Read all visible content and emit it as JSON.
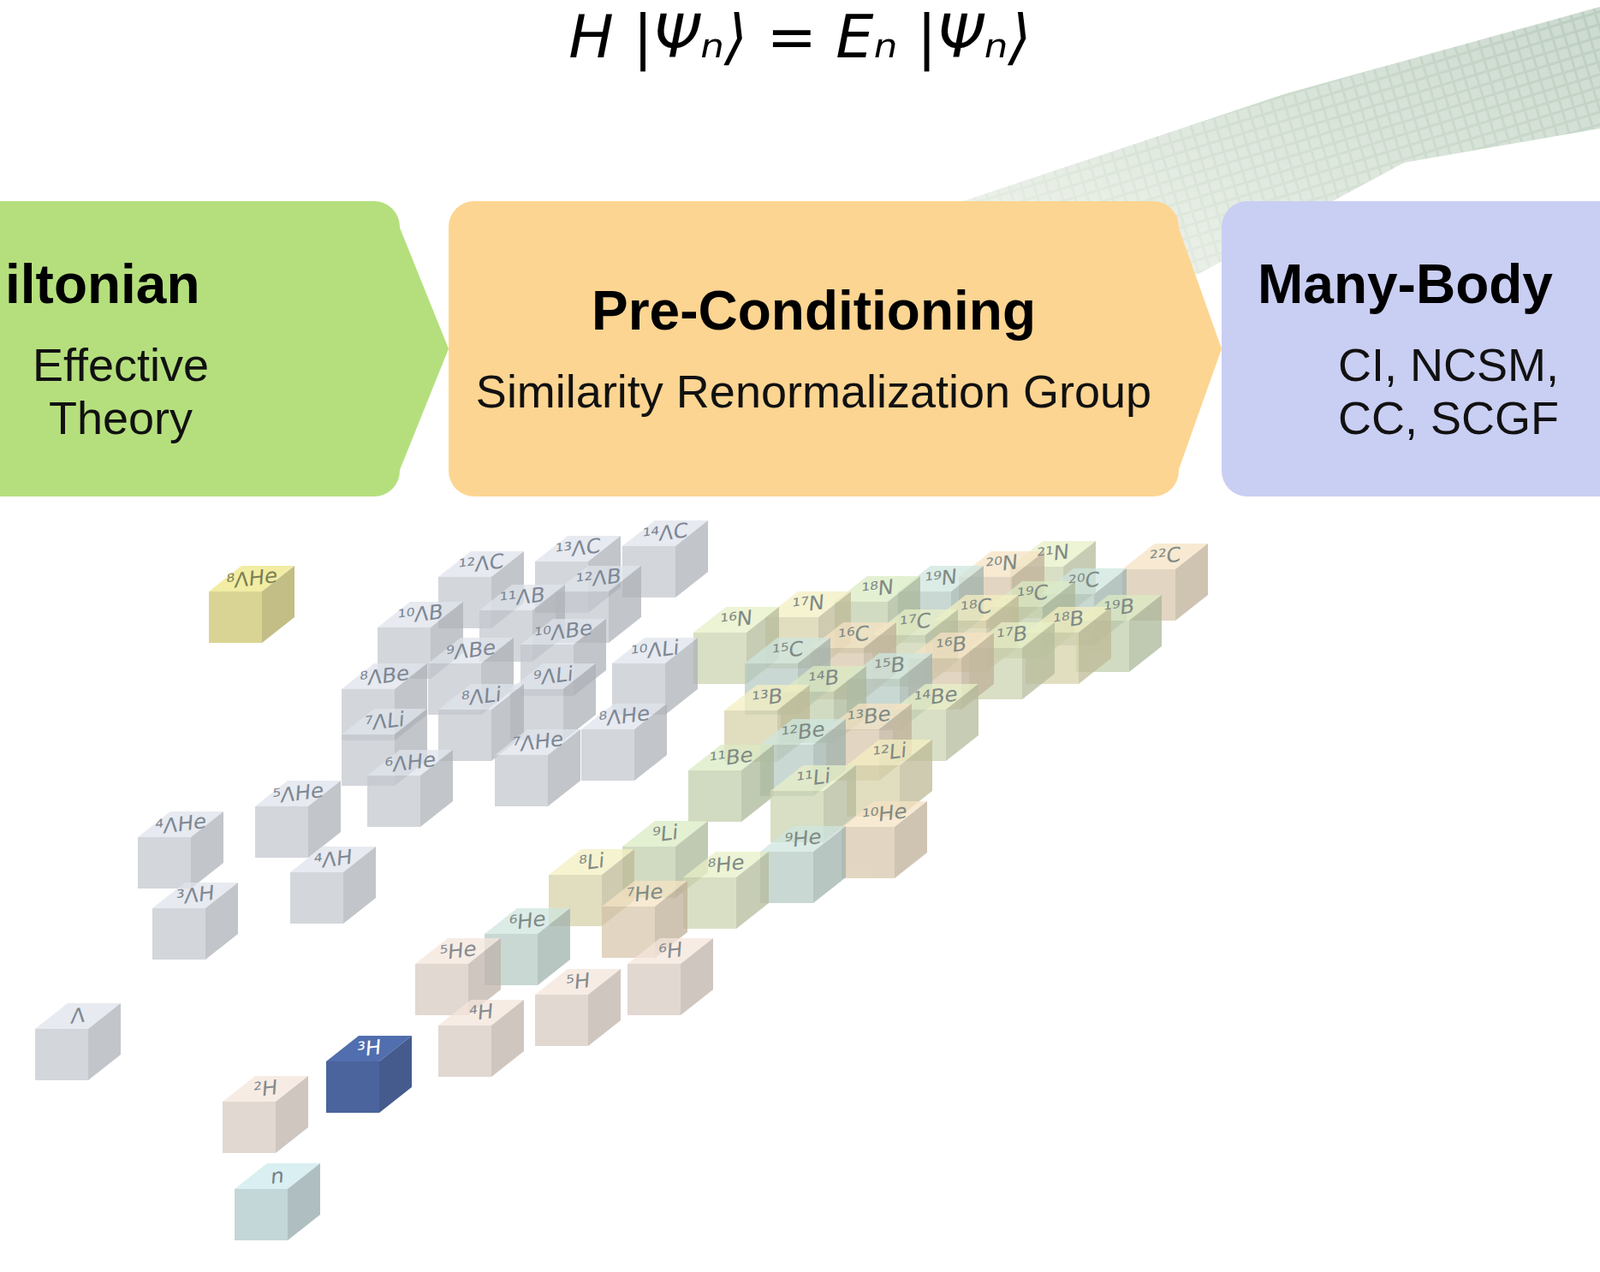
{
  "diagram": {
    "title": "H |Ψₙ⟩ = Eₙ |Ψₙ⟩",
    "nodes": [
      {
        "text": [
          "iltonian",
          "Effective Theory"
        ]
      },
      {
        "text": [
          "Pre-Conditioning",
          "Similarity Renormalization Group"
        ]
      },
      {
        "text": [
          "Many-Body",
          "CI, NCSM, CC, SCGF"
        ]
      }
    ],
    "edges": [
      {
        "from": 0,
        "to": 1,
        "arrow": "to"
      },
      {
        "from": 1,
        "to": 2,
        "arrow": "to"
      }
    ],
    "labels": [
      "n",
      "²H",
      "³H",
      "⁴H",
      "⁵H",
      "⁶H",
      "⁵He",
      "⁶He",
      "⁷He",
      "⁸He",
      "⁸Li",
      "⁹Li",
      "⁹He",
      "¹⁰He",
      "¹¹Li",
      "¹²Li",
      "¹¹Be",
      "¹²Be",
      "¹³Be",
      "¹⁴Be",
      "¹³B",
      "¹⁴B",
      "¹⁵B",
      "¹⁶B",
      "¹⁷B",
      "¹⁸B",
      "¹⁹B",
      "¹⁵C",
      "¹⁶C",
      "¹⁷C",
      "¹⁸C",
      "¹⁹C",
      "²⁰C",
      "²²C",
      "¹⁶N",
      "¹⁷N",
      "¹⁸N",
      "¹⁹N",
      "²⁰N",
      "²¹N",
      "Λ",
      "³ΛH",
      "⁴ΛH",
      "⁴ΛHe",
      "⁵ΛHe",
      "⁶ΛHe",
      "⁷ΛHe",
      "⁸ΛHe",
      "⁸ΛHe",
      "⁷ΛLi",
      "⁸ΛLi",
      "⁹ΛLi",
      "¹⁰ΛLi",
      "⁸ΛBe",
      "⁹ΛBe",
      "¹⁰ΛBe",
      "¹⁰ΛB",
      "¹¹ΛB",
      "¹²ΛB",
      "¹²ΛC",
      "¹³ΛC",
      "¹⁴ΛC"
    ]
  }
}
